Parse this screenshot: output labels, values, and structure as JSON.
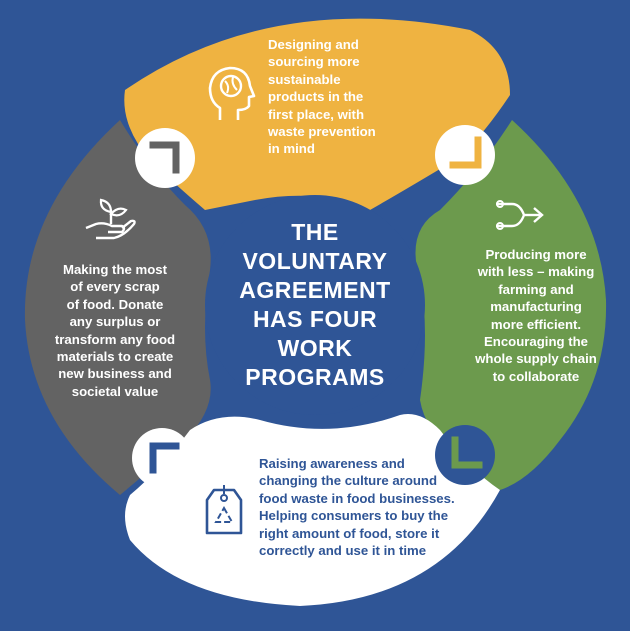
{
  "center": {
    "title_lines": [
      "THE",
      "VOLUNTARY",
      "AGREEMENT",
      "HAS FOUR",
      "WORK",
      "PROGRAMS"
    ]
  },
  "programs": [
    {
      "id": "top",
      "color": "#efb341",
      "icon": "head-brain-icon",
      "lines": [
        "Designing and",
        "sourcing more",
        "sustainable",
        "products in the",
        "first place, with",
        "waste prevention",
        "in mind"
      ]
    },
    {
      "id": "right",
      "color": "#6c9a4d",
      "icon": "merge-arrows-icon",
      "lines": [
        "Producing more",
        "with less – making",
        "farming and",
        "manufacturing",
        "more efficient.",
        "Encouraging the",
        "whole supply chain",
        "to collaborate"
      ]
    },
    {
      "id": "bottom",
      "color": "#ffffff",
      "icon": "recycle-tag-icon",
      "lines": [
        "Raising awareness and",
        "changing the culture around",
        "food waste in food businesses.",
        "Helping consumers to buy the",
        "right amount of food, store it",
        "correctly and use it in time"
      ]
    },
    {
      "id": "left",
      "color": "#636363",
      "icon": "hand-sprout-icon",
      "lines": [
        "Making the most",
        "of every scrap",
        "of food. Donate",
        "any surplus or",
        "transform any food",
        "materials to create",
        "new business and",
        "societal value"
      ]
    }
  ],
  "colors": {
    "background": "#2f5596",
    "yellow": "#efb341",
    "green": "#6c9a4d",
    "grey": "#636363",
    "navy": "#2f5596"
  }
}
